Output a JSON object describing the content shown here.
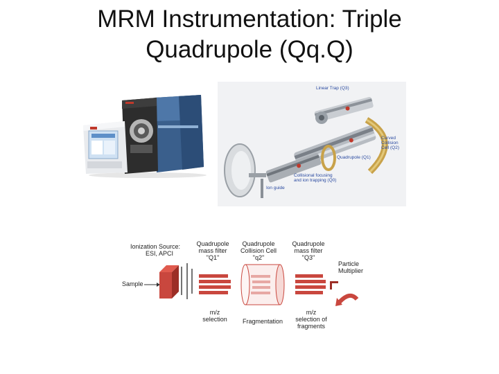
{
  "title": {
    "line1": "MRM Instrumentation: Triple",
    "line2": "Quadrupole (Qq.Q)"
  },
  "instrument_photo": {
    "labels": {
      "linear_trap": "Linear Trap (Q3)",
      "curved_cell": [
        "Curved",
        "Collision",
        "Cell (Q2)"
      ],
      "quadrupole_q1": "Quadrupole (Q1)",
      "collisional_focusing": [
        "Collisional focusing",
        "and ion trapping (Q0)"
      ],
      "ion_guide": "Ion guide"
    }
  },
  "schematic": {
    "ion_source": [
      "Ionization Source:",
      "ESI, APCI"
    ],
    "sample": "Sample",
    "q1_header": [
      "Quadrupole",
      "mass filter",
      "\"Q1\""
    ],
    "q2_header": [
      "Quadrupole",
      "Collision Cell",
      "\"q2\""
    ],
    "q3_header": [
      "Quadrupole",
      "mass filter",
      "\"Q3\""
    ],
    "detector": [
      "Particle",
      "Multiplier"
    ],
    "q1_caption": [
      "m/z",
      "selection"
    ],
    "q2_caption": "Fragmentation",
    "q3_caption": [
      "m/z",
      "selection of",
      "fragments"
    ]
  },
  "colors": {
    "accent_red": "#c9473e",
    "q2_pink": "#e7a8a4",
    "instrument_blue": "#2f5f9a"
  }
}
